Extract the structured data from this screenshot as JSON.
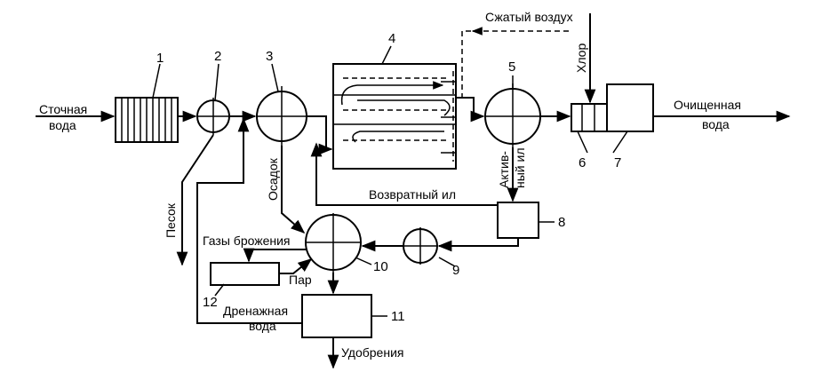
{
  "labels": {
    "wastewater_line1": "Сточная",
    "wastewater_line2": "вода",
    "compressed_air": "Сжатый воздух",
    "chlorine": "Хлор",
    "treated_line1": "Очищенная",
    "treated_line2": "вода",
    "sand": "Песок",
    "sediment": "Осадок",
    "active_sludge_line1": "Актив-",
    "active_sludge_line2": "ный ил",
    "return_sludge": "Возвратный ил",
    "fermentation_gases": "Газы брожения",
    "steam": "Пар",
    "drainage_line1": "Дренажная",
    "drainage_line2": "вода",
    "fertilizer": "Удобрения"
  },
  "numbers": [
    "1",
    "2",
    "3",
    "4",
    "5",
    "6",
    "7",
    "8",
    "9",
    "10",
    "11",
    "12"
  ]
}
